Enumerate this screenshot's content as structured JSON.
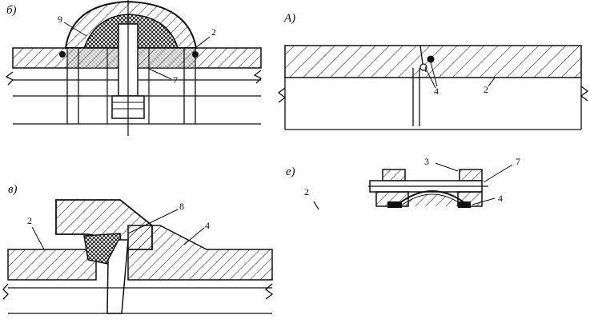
{
  "panels": {
    "b": {
      "label": "б)",
      "callouts": [
        "9",
        "2",
        "7"
      ]
    },
    "a": {
      "label": "А)",
      "callouts": [
        "4",
        "2"
      ]
    },
    "v": {
      "label": "в)",
      "callouts": [
        "8",
        "2",
        "4"
      ]
    },
    "e": {
      "label": "е)",
      "callouts": [
        "3",
        "7",
        "4",
        "2"
      ]
    }
  },
  "colors": {
    "ink": "#111111",
    "paper": "#ffffff"
  }
}
